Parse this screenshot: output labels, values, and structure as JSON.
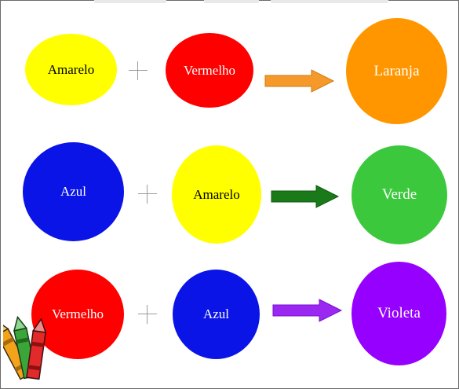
{
  "colors": {
    "amarelo": "#ffff00",
    "vermelho": "#ff0000",
    "azul": "#0a14e6",
    "laranja": "#ff9600",
    "verde": "#3cc83c",
    "violeta": "#9600ff",
    "arrow_orange": "#f59a2a",
    "arrow_green": "#1a7a1a",
    "arrow_violet": "#9a28f0"
  },
  "rows": [
    {
      "first": {
        "label": "Amarelo",
        "color": "amarelo"
      },
      "plus": "+",
      "second": {
        "label": "Vermelho",
        "color": "vermelho"
      },
      "result": {
        "label": "Laranja",
        "color": "laranja"
      }
    },
    {
      "first": {
        "label": "Azul",
        "color": "azul"
      },
      "plus": "+",
      "second": {
        "label": "Amarelo",
        "color": "amarelo"
      },
      "result": {
        "label": "Verde",
        "color": "verde"
      }
    },
    {
      "first": {
        "label": "Vermelho",
        "color": "vermelho"
      },
      "plus": "+",
      "second": {
        "label": "Azul",
        "color": "azul"
      },
      "result": {
        "label": "Violeta",
        "color": "violeta"
      }
    }
  ],
  "icons": {
    "plus": "plus-icon",
    "arrow": "arrow-right-icon",
    "crayons": "crayons-icon"
  }
}
